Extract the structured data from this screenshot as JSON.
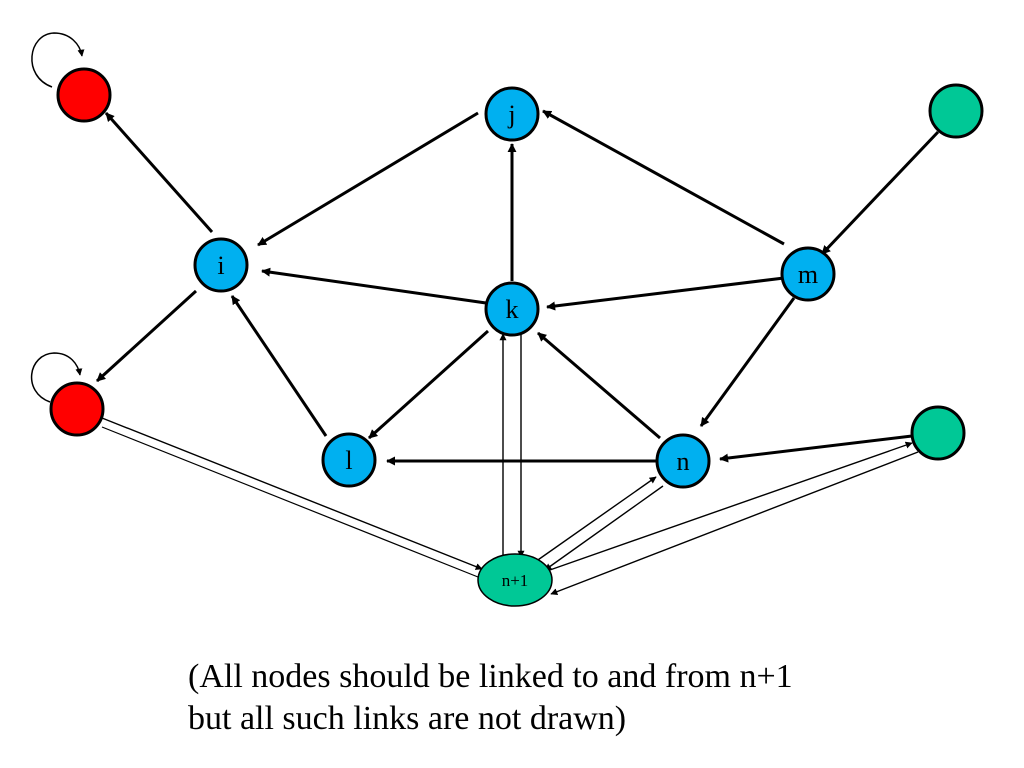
{
  "colors": {
    "blue_node": "#00b0f0",
    "red_node": "#ff0000",
    "green_node": "#00c896",
    "edge": "#000000",
    "node_outline": "#000000"
  },
  "nodes": {
    "i": {
      "label": "i"
    },
    "j": {
      "label": "j"
    },
    "k": {
      "label": "k"
    },
    "l": {
      "label": "l"
    },
    "m": {
      "label": "m"
    },
    "n": {
      "label": "n"
    },
    "n_plus_1": {
      "label": "n+1"
    }
  },
  "edges": [
    {
      "from": "i",
      "to": "red-top"
    },
    {
      "from": "i",
      "to": "red-bottom"
    },
    {
      "from": "j",
      "to": "i"
    },
    {
      "from": "k",
      "to": "j"
    },
    {
      "from": "k",
      "to": "i"
    },
    {
      "from": "k",
      "to": "l"
    },
    {
      "from": "k",
      "to": "n+1"
    },
    {
      "from": "l",
      "to": "i"
    },
    {
      "from": "m",
      "to": "j"
    },
    {
      "from": "m",
      "to": "k"
    },
    {
      "from": "m",
      "to": "n"
    },
    {
      "from": "n",
      "to": "k"
    },
    {
      "from": "n",
      "to": "l"
    },
    {
      "from": "n",
      "to": "n+1"
    },
    {
      "from": "green-top",
      "to": "m"
    },
    {
      "from": "green-right",
      "to": "n"
    },
    {
      "from": "green-right",
      "to": "n+1"
    },
    {
      "from": "red-top",
      "to": "red-top"
    },
    {
      "from": "red-bottom",
      "to": "red-bottom"
    },
    {
      "from": "red-bottom",
      "to": "n+1"
    },
    {
      "from": "n+1",
      "to": "k"
    },
    {
      "from": "n+1",
      "to": "n"
    },
    {
      "from": "n+1",
      "to": "green-right"
    }
  ],
  "caption": {
    "line1": "(All nodes should be linked to and from n+1",
    "line2": "but all such links are not drawn)"
  }
}
